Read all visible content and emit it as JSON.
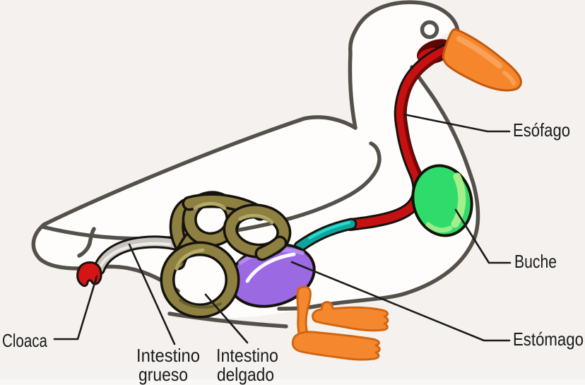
{
  "labels": {
    "esofago": "Esófago",
    "buche": "Buche",
    "estomago": "Estómago",
    "cloaca": "Cloaca",
    "intestino_grueso": {
      "line1": "Intestino",
      "line2": "grueso"
    },
    "intestino_delgado": {
      "line1": "Intestino",
      "line2": "delgado"
    }
  },
  "colors": {
    "background": "#f4f1ee",
    "body_fill": "#fefdfc",
    "outline_gray": "#55504a",
    "label_text": "#1b1b1b",
    "esophagus_red": "#c51111",
    "esophagus_dark": "#7b0707",
    "mouth_dark": "#5d0606",
    "proventriculus_teal": "#0fa49c",
    "teal_highlight": "#25d9cc",
    "crop_green": "#2fdc6b",
    "crop_highlight": "#abef8c",
    "stomach_purple": "#9b69e2",
    "stomach_rim": "#bb9af0",
    "stomach_highlight": "#ffffff",
    "small_intestine_olive": "#8d8040",
    "olive_highlight": "#bbaf6b",
    "olive_shade": "#5f5628",
    "large_intestine_gray": "#c8c4c0",
    "gray_highlight": "#edebe8",
    "cloaca_red": "#d61414",
    "beak_orange": "#f5862c",
    "beak_outline": "#c3590e",
    "beak_highlight": "#f9a75f",
    "feet_orange": "#f5872f",
    "feet_outline": "#d2660f"
  }
}
